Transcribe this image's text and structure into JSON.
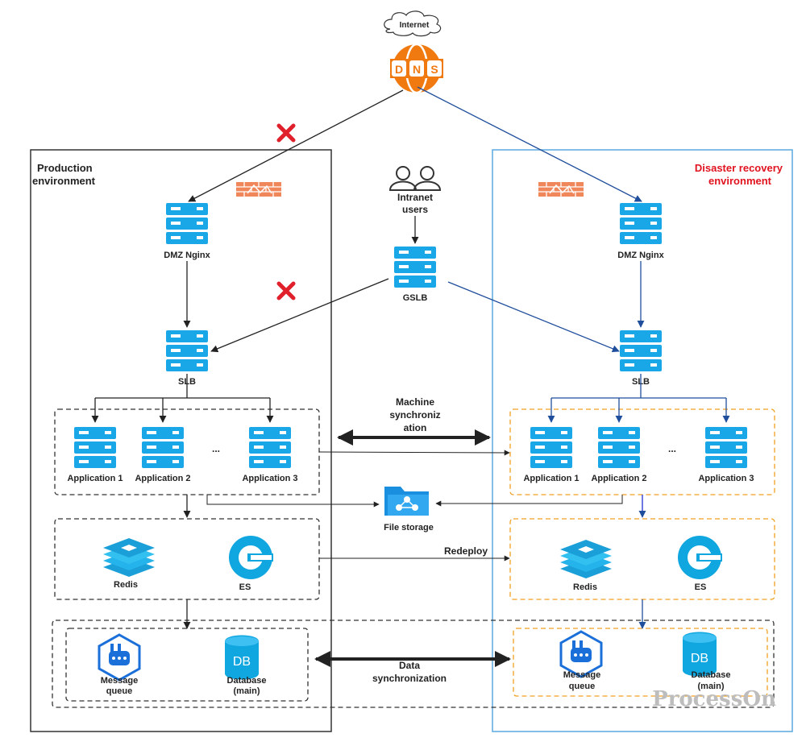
{
  "colors": {
    "server": "#1aa7e8",
    "server_dark": "#0a8ed0",
    "prod_arrow": "#222222",
    "dr_arrow": "#1f4e9c",
    "dr_border": "#5aa9e0",
    "dashed_orange": "#f0a020",
    "firewall": "#f0875a",
    "red_x": "#e0202a",
    "dns": "#f07a10",
    "watermark": "#bdbdbd"
  },
  "top": {
    "internet": "Internet",
    "dns_icon": "dns-icon",
    "dns_letters": [
      "D",
      "N",
      "S"
    ]
  },
  "production": {
    "title_line1": "Production",
    "title_line2": "environment",
    "dmz": "DMZ Nginx",
    "slb": "SLB",
    "apps": [
      "Application 1",
      "Application 2",
      "Application 3"
    ],
    "ellipsis": "...",
    "redis": "Redis",
    "es": "ES",
    "mq_line1": "Message",
    "mq_line2": "queue",
    "db_icon_text": "DB",
    "db_line1": "Database",
    "db_line2": "(main)"
  },
  "middle": {
    "intranet_line1": "Intranet",
    "intranet_line2": "users",
    "gslb": "GSLB",
    "machine_sync_line1": "Machine",
    "machine_sync_line2": "synchroniz",
    "machine_sync_line3": "ation",
    "file_storage": "File storage",
    "redeploy": "Redeploy",
    "data_sync_line1": "Data",
    "data_sync_line2": "synchronization"
  },
  "dr": {
    "title_line1": "Disaster recovery",
    "title_line2": "environment",
    "dmz": "DMZ Nginx",
    "slb": "SLB",
    "apps": [
      "Application 1",
      "Application 2",
      "Application 3"
    ],
    "ellipsis": "...",
    "redis": "Redis",
    "es": "ES",
    "mq_line1": "Message",
    "mq_line2": "queue",
    "db_icon_text": "DB",
    "db_line1": "Database",
    "db_line2": "(main)"
  },
  "watermark": "ProcessOn"
}
